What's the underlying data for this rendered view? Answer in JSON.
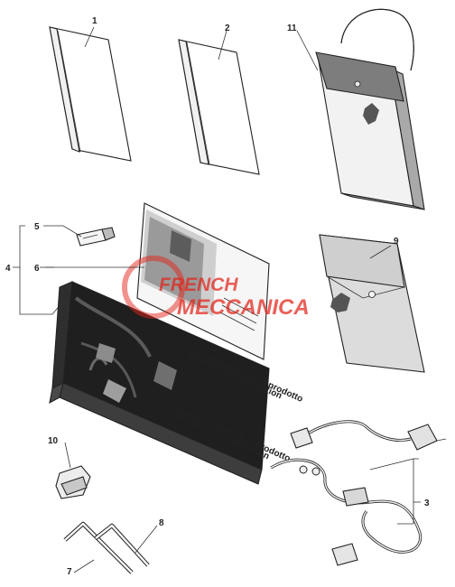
{
  "callouts": [
    {
      "id": "1",
      "label": "1"
    },
    {
      "id": "2",
      "label": "2"
    },
    {
      "id": "11",
      "label": "11"
    },
    {
      "id": "5",
      "label": "5"
    },
    {
      "id": "4",
      "label": "4"
    },
    {
      "id": "6",
      "label": "6"
    },
    {
      "id": "9",
      "label": "9"
    },
    {
      "id": "10",
      "label": "10"
    },
    {
      "id": "3",
      "label": "3"
    },
    {
      "id": "8",
      "label": "8"
    },
    {
      "id": "7",
      "label": "7"
    }
  ],
  "box_text": {
    "line1": "Documentazione di prodotto",
    "line2": "Product documentation",
    "side1": "Documentazione di prodotto",
    "side2": "Product documentation"
  },
  "watermark": {
    "line1": "FRENCH",
    "line2": "MECCANICA"
  },
  "colors": {
    "line": "#222222",
    "box_dark": "#1e1e1e",
    "box_mid": "#3a3a3a",
    "folder_grey": "#d9d9d9",
    "watermark_red": "#e2231a"
  }
}
